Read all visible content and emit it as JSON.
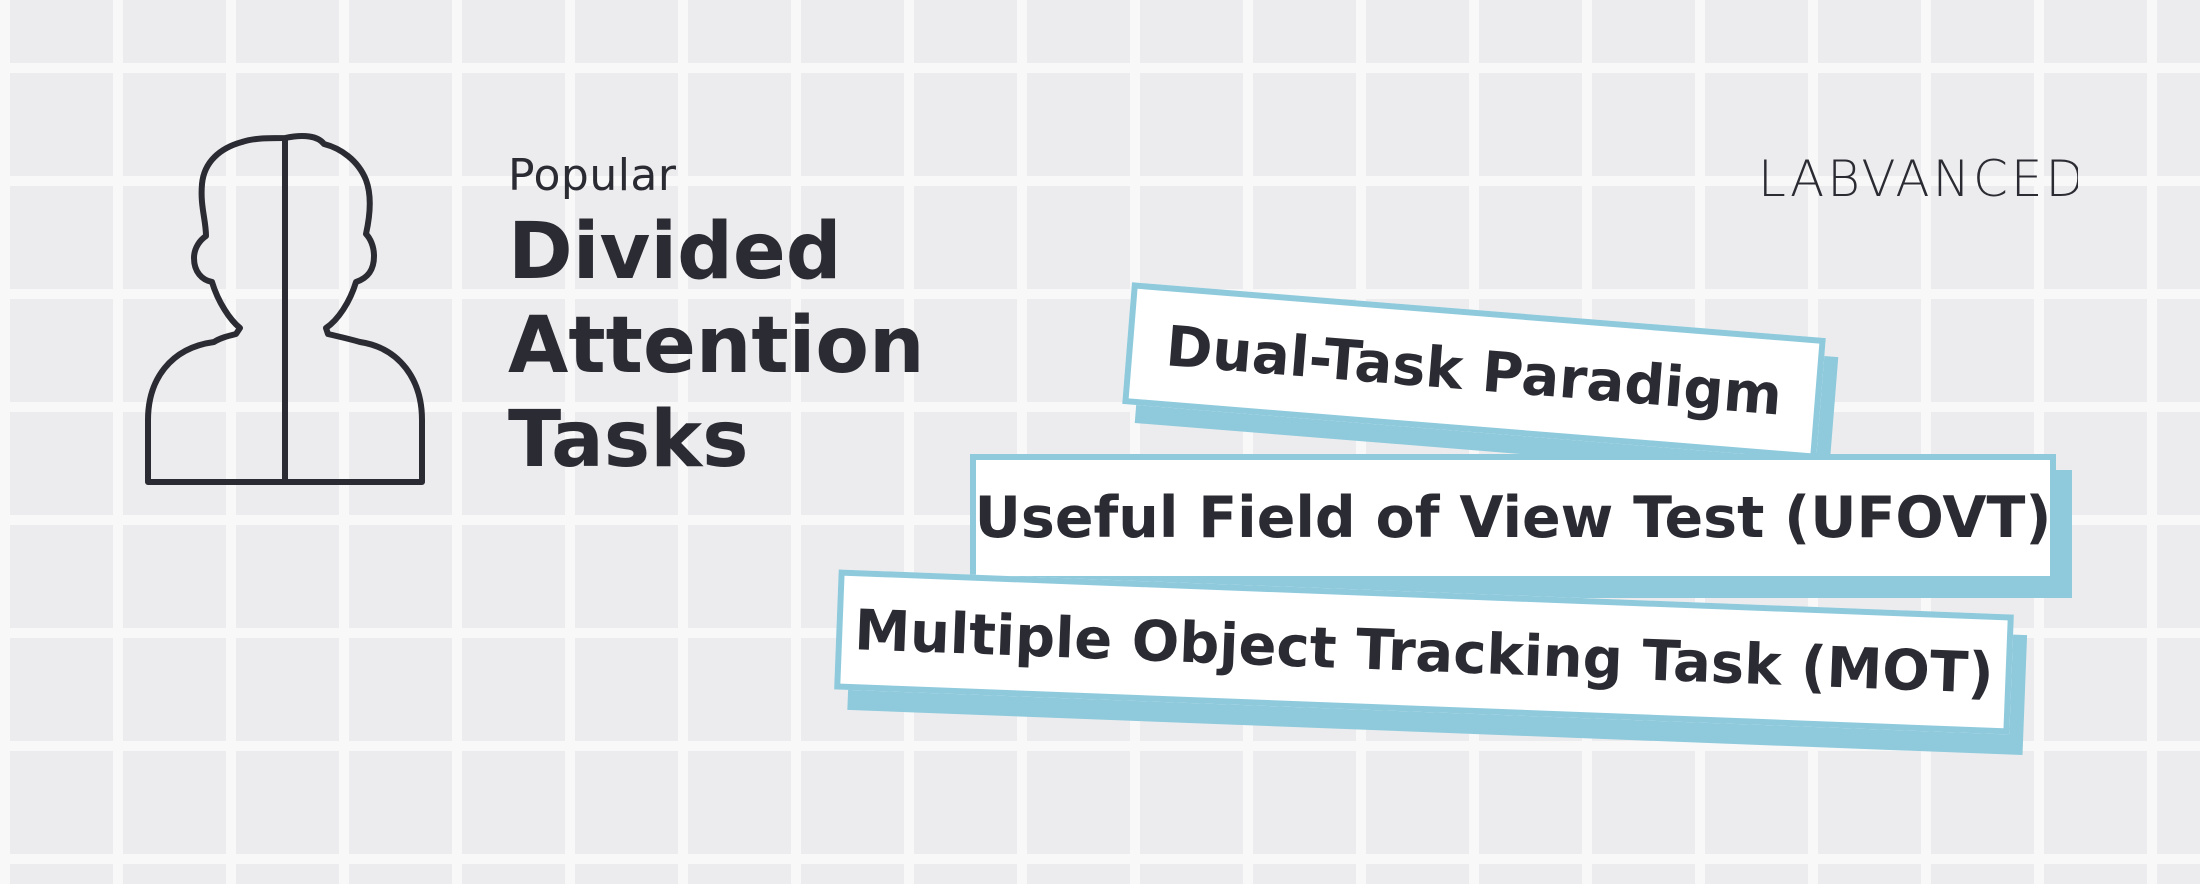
{
  "banner": {
    "subtitle": "Popular",
    "title_lines": [
      "Divided",
      "Attention",
      "Tasks"
    ],
    "logo_text": "LABVANCED"
  },
  "tasks": [
    {
      "label": "Dual-Task Paradigm"
    },
    {
      "label": "Useful Field of View Test (UFOVT)"
    },
    {
      "label": "Multiple Object Tracking Task (MOT)"
    }
  ],
  "colors": {
    "background": "#ececee",
    "grid_lines": "#f8f8f9",
    "person_left": "#a6c874",
    "person_right": "#8ecadc",
    "card_accent": "#8ecadc",
    "text": "#2b2b33"
  },
  "icons": {
    "person": "split-person-head-icon"
  }
}
